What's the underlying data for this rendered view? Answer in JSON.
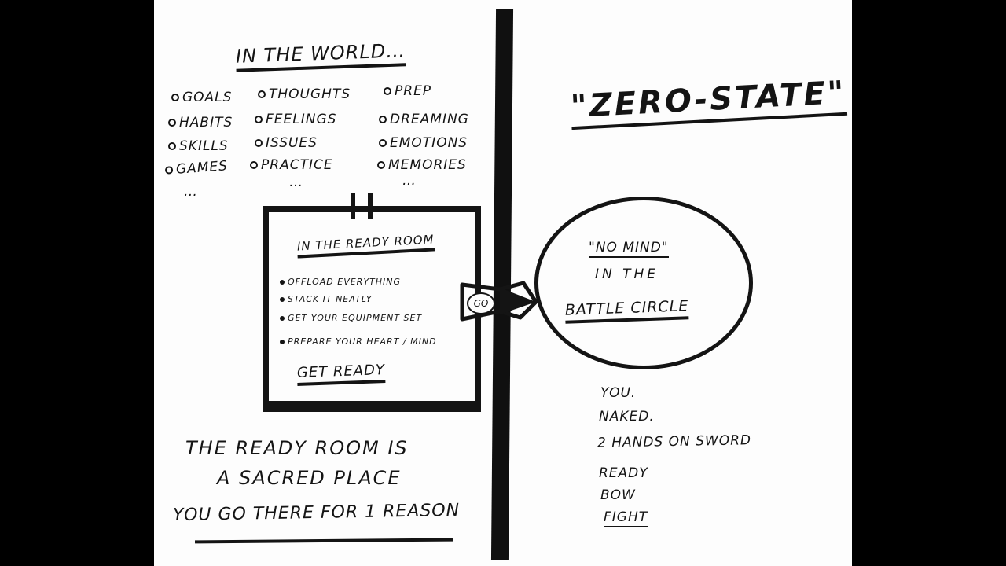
{
  "left": {
    "world_title": "IN THE WORLD…",
    "col1": [
      "GOALS",
      "HABITS",
      "SKILLS",
      "GAMES",
      "…"
    ],
    "col2": [
      "THOUGHTS",
      "FEELINGS",
      "ISSUES",
      "PRACTICE",
      "…"
    ],
    "col3": [
      "PREP",
      "DREAMING",
      "EMOTIONS",
      "MEMORIES",
      "…"
    ],
    "ready_room": {
      "title": "IN THE READY ROOM",
      "items": [
        "OFFLOAD EVERYTHING",
        "STACK IT NEATLY",
        "GET YOUR EQUIPMENT SET",
        "PREPARE YOUR HEART / MIND"
      ],
      "footer": "GET READY"
    },
    "go_label": "GO",
    "bottom_lines": [
      "THE READY ROOM IS",
      "A SACRED PLACE",
      "YOU GO THERE FOR 1 REASON"
    ]
  },
  "right": {
    "title": "\"ZERO-STATE\"",
    "circle": {
      "line1": "\"NO MIND\"",
      "line2": "IN THE",
      "line3": "BATTLE CIRCLE"
    },
    "list": [
      "YOU.",
      "NAKED.",
      "2 HANDS ON SWORD",
      "READY",
      "BOW",
      "FIGHT"
    ]
  },
  "colors": {
    "ink": "#141414",
    "paper": "#fdfdfd",
    "frame": "#000000"
  }
}
